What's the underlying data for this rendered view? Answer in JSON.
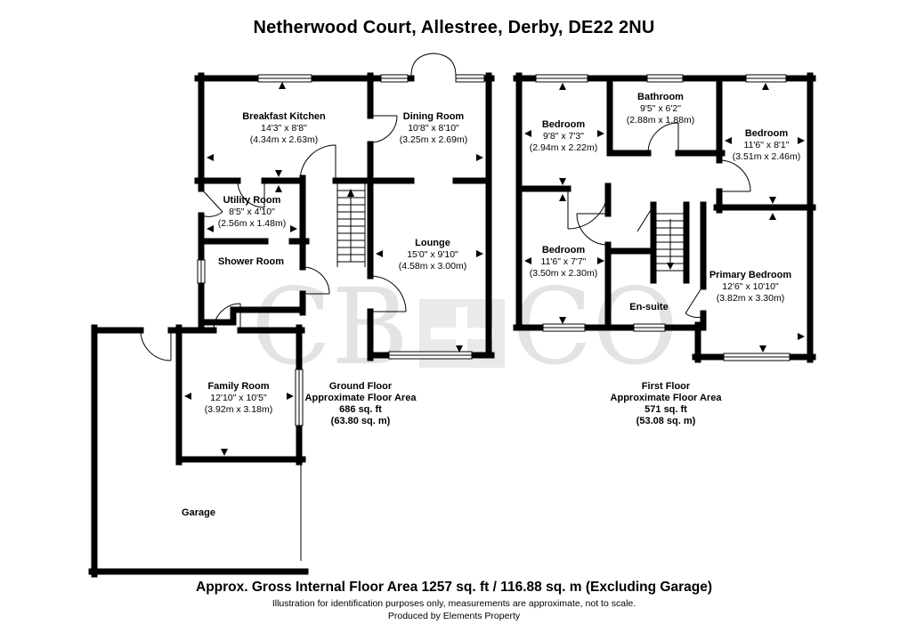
{
  "title": "Netherwood Court, Allestree, Derby, DE22 2NU",
  "watermark": {
    "left": "CB",
    "right": "CO"
  },
  "ground_floor": {
    "label": "Ground Floor",
    "area_label": "Approximate Floor Area",
    "area_ft": "686 sq. ft",
    "area_m": "(63.80 sq. m)",
    "rooms": {
      "breakfast_kitchen": {
        "name": "Breakfast Kitchen",
        "imperial": "14'3\" x 8'8\"",
        "metric": "(4.34m x 2.63m)"
      },
      "dining_room": {
        "name": "Dining Room",
        "imperial": "10'8\" x 8'10\"",
        "metric": "(3.25m x 2.69m)"
      },
      "utility_room": {
        "name": "Utility Room",
        "imperial": "8'5\" x 4'10\"",
        "metric": "(2.56m x 1.48m)"
      },
      "shower_room": {
        "name": "Shower Room"
      },
      "lounge": {
        "name": "Lounge",
        "imperial": "15'0\" x 9'10\"",
        "metric": "(4.58m x 3.00m)"
      },
      "family_room": {
        "name": "Family Room",
        "imperial": "12'10\" x 10'5\"",
        "metric": "(3.92m x 3.18m)"
      },
      "garage": {
        "name": "Garage"
      }
    }
  },
  "first_floor": {
    "label": "First Floor",
    "area_label": "Approximate Floor Area",
    "area_ft": "571 sq. ft",
    "area_m": "(53.08 sq. m)",
    "rooms": {
      "bedroom_top_left": {
        "name": "Bedroom",
        "imperial": "9'8\" x 7'3\"",
        "metric": "(2.94m x 2.22m)"
      },
      "bathroom": {
        "name": "Bathroom",
        "imperial": "9'5\" x 6'2\"",
        "metric": "(2.88m x 1.88m)"
      },
      "bedroom_top_right": {
        "name": "Bedroom",
        "imperial": "11'6\" x 8'1\"",
        "metric": "(3.51m x 2.46m)"
      },
      "bedroom_bottom_left": {
        "name": "Bedroom",
        "imperial": "11'6\" x 7'7\"",
        "metric": "(3.50m x 2.30m)"
      },
      "ensuite": {
        "name": "En-suite"
      },
      "primary_bedroom": {
        "name": "Primary Bedroom",
        "imperial": "12'6\" x 10'10\"",
        "metric": "(3.82m x 3.30m)"
      }
    }
  },
  "footer": {
    "line1": "Approx. Gross Internal Floor Area 1257 sq. ft / 116.88 sq. m (Excluding Garage)",
    "line2": "Illustration for identification purposes only, measurements are approximate, not to scale.",
    "line3": "Produced by Elements Property"
  }
}
